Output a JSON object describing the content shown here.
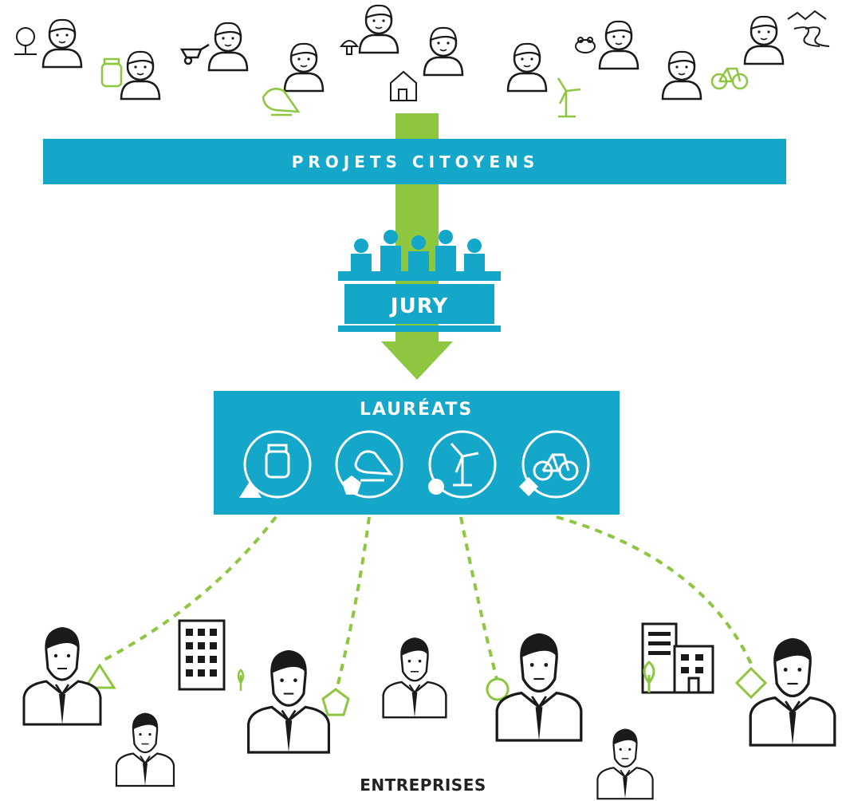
{
  "banner_top": "PROJETS CITOYENS",
  "jury_label": "JURY",
  "laureates_label": "LAURÉATS",
  "companies_label": "ENTREPRISES",
  "colors": {
    "primary": "#14a7c9",
    "accent": "#8dc63f",
    "ink": "#1a1a1a",
    "white": "#ffffff"
  },
  "laureate_icons": [
    "jar-icon",
    "bird-icon",
    "wind-turbine-icon",
    "bicycle-icon"
  ],
  "laureate_markers": [
    "triangle",
    "pentagon",
    "circle",
    "diamond"
  ]
}
